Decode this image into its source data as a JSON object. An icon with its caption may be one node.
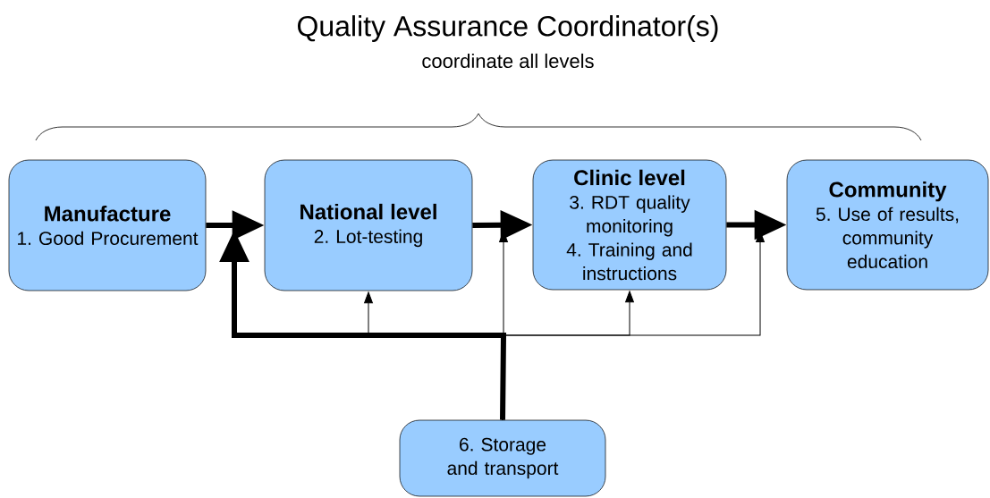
{
  "diagram": {
    "title": "Quality Assurance Coordinator(s)",
    "nodes": [
      {
        "text": [
          "Manufacture",
          "1. Good Procurement"
        ]
      },
      {
        "text": [
          "National level",
          "2. Lot-testing"
        ]
      },
      {
        "text": [
          "Clinic level",
          "3. RDT quality monitoring",
          "4. Training and instructions"
        ]
      },
      {
        "text": [
          "Community",
          "5. Use of results, community education"
        ]
      },
      {
        "text": [
          "6. Storage and transport"
        ]
      }
    ],
    "edges": [
      {
        "from": 0,
        "to": 1,
        "arrow": "to",
        "style": "thick"
      },
      {
        "from": 1,
        "to": 2,
        "arrow": "to",
        "style": "thick"
      },
      {
        "from": 2,
        "to": 3,
        "arrow": "to",
        "style": "thick"
      },
      {
        "from": 4,
        "to": null,
        "arrow": "to",
        "style": "thick"
      },
      {
        "from": 4,
        "to": 1,
        "arrow": "to"
      },
      {
        "from": 4,
        "to": null,
        "arrow": "to"
      },
      {
        "from": 4,
        "to": 2,
        "arrow": "to"
      },
      {
        "from": 4,
        "to": null,
        "arrow": "to"
      }
    ],
    "labels": [
      "coordinate all levels"
    ]
  }
}
